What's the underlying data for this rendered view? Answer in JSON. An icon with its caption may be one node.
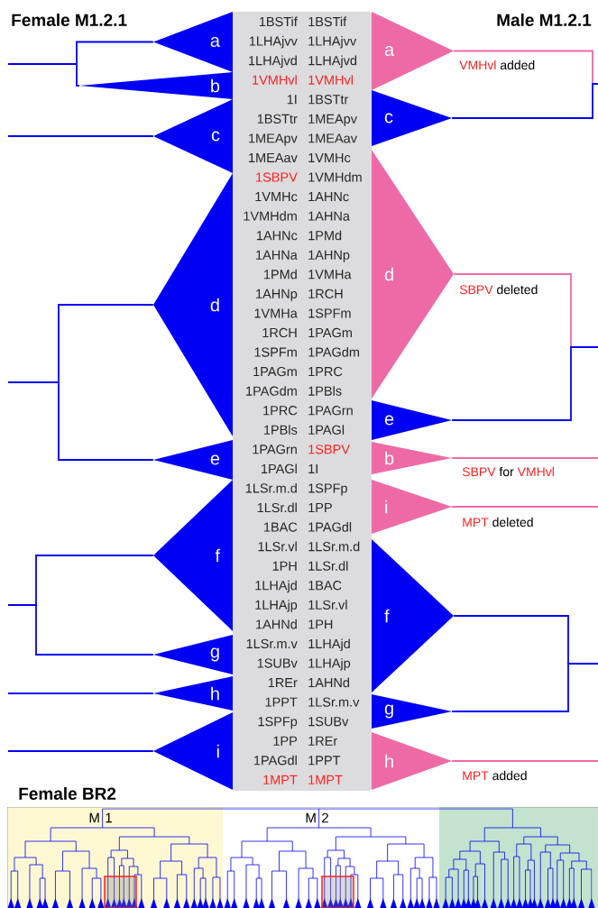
{
  "diagram": {
    "nodes": [
      {
        "text": [
          "a"
        ]
      },
      {
        "text": [
          "b"
        ]
      },
      {
        "text": [
          "c"
        ]
      },
      {
        "text": [
          "d"
        ]
      },
      {
        "text": [
          "e"
        ]
      },
      {
        "text": [
          "f"
        ]
      },
      {
        "text": [
          "g"
        ]
      },
      {
        "text": [
          "h"
        ]
      },
      {
        "text": [
          "i"
        ]
      },
      {
        "text": [
          "a"
        ],
        "beside": [
          "VMHvl",
          "added"
        ]
      },
      {
        "text": [
          "c"
        ]
      },
      {
        "text": [
          "d"
        ],
        "beside": [
          "SBPV",
          "deleted"
        ]
      },
      {
        "text": [
          "e"
        ]
      },
      {
        "text": [
          "b"
        ],
        "beside": [
          "SBPV",
          "for",
          "VMHvl"
        ]
      },
      {
        "text": [
          "i"
        ],
        "beside": [
          "MPT",
          "deleted"
        ]
      },
      {
        "text": [
          "f"
        ]
      },
      {
        "text": [
          "g"
        ]
      },
      {
        "text": [
          "h"
        ],
        "beside": [
          "MPT",
          "added"
        ]
      }
    ],
    "edges": [
      {
        "from": 0,
        "to": null,
        "arrow": "none"
      },
      {
        "from": 1,
        "to": null,
        "arrow": "none"
      },
      {
        "from": 2,
        "to": null,
        "arrow": "none"
      },
      {
        "from": 3,
        "to": null,
        "arrow": "none"
      },
      {
        "from": 4,
        "to": null,
        "arrow": "none"
      },
      {
        "from": 5,
        "to": null,
        "arrow": "none"
      },
      {
        "from": 6,
        "to": null,
        "arrow": "none"
      },
      {
        "from": 7,
        "to": null,
        "arrow": "none"
      },
      {
        "from": 8,
        "to": null,
        "arrow": "none"
      },
      {
        "from": 9,
        "to": null,
        "arrow": "none",
        "color": "#ee6aa7"
      },
      {
        "from": 10,
        "to": null,
        "arrow": "none"
      },
      {
        "from": 11,
        "to": null,
        "arrow": "none",
        "color": "#ee6aa7"
      },
      {
        "from": 12,
        "to": null,
        "arrow": "none"
      },
      {
        "from": 13,
        "to": null,
        "arrow": "none",
        "color": "#ee6aa7"
      },
      {
        "from": 14,
        "to": null,
        "arrow": "none",
        "color": "#ee6aa7"
      },
      {
        "from": 15,
        "to": null,
        "arrow": "none"
      },
      {
        "from": 16,
        "to": null,
        "arrow": "none"
      },
      {
        "from": 17,
        "to": null,
        "arrow": "none",
        "color": "#ee6aa7"
      }
    ],
    "labels": [
      "Female M1.2.1",
      "1BSTif",
      "1BSTif",
      "Male M1.2.1",
      "1LHAjvv",
      "1LHAjvv",
      "1LHAjvd",
      "1LHAjvd",
      "1VMHvl",
      "1VMHvl",
      "1I",
      "1BSTtr",
      "1BSTtr",
      "1MEApv",
      "1MEApv",
      "1MEAav",
      "1MEAav",
      "1VMHc",
      "1SBPV",
      "1VMHdm",
      "1VMHc",
      "1AHNc",
      "1VMHdm",
      "1AHNa",
      "1AHNc",
      "1PMd",
      "1AHNa",
      "1AHNp",
      "1PMd",
      "1VMHa",
      "1AHNp",
      "1RCH",
      "1VMHa",
      "1SPFm",
      "1RCH",
      "1PAGm",
      "1SPFm",
      "1PAGdm",
      "1PAGm",
      "1PRC",
      "1PAGdm",
      "1PBls",
      "1PRC",
      "1PAGrn",
      "1PBls",
      "1PAGl",
      "1PAGrn",
      "1SBPV",
      "1PAGl",
      "1I",
      "1LSr.m.d",
      "1SPFp",
      "1LSr.dl",
      "1PP",
      "1BAC",
      "1PAGdl",
      "1LSr.vl",
      "1LSr.m.d",
      "1PH",
      "1LSr.dl",
      "1LHAjd",
      "1BAC",
      "1LHAjp",
      "1LSr.vl",
      "1AHNd",
      "1PH",
      "1LSr.m.v",
      "1LHAjd",
      "1SUBv",
      "1LHAjp",
      "1REr",
      "1AHNd",
      "1PPT",
      "1LSr.m.v",
      "1SPFp",
      "1SUBv",
      "1PP",
      "1REr",
      "1PAGdl",
      "1PPT",
      "1MPT",
      "1MPT",
      "Female BR2",
      "M",
      "1",
      "M",
      "2"
    ]
  }
}
